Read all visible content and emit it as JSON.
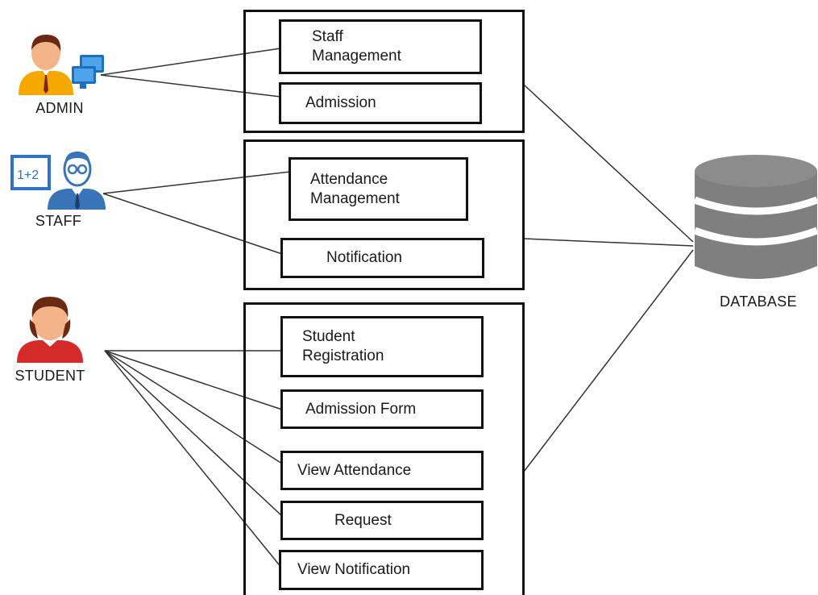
{
  "actors": [
    {
      "key": "admin",
      "label": "ADMIN",
      "icon": "admin-at-computer-icon"
    },
    {
      "key": "staff",
      "label": "STAFF",
      "icon": "teacher-at-board-icon"
    },
    {
      "key": "student",
      "label": "STUDENT",
      "icon": "student-icon"
    }
  ],
  "groups": [
    {
      "key": "admin-group",
      "items": [
        {
          "key": "staff-management",
          "label": "Staff\nManagement"
        },
        {
          "key": "admission",
          "label": "Admission"
        }
      ]
    },
    {
      "key": "staff-group",
      "items": [
        {
          "key": "attendance-management",
          "label": "Attendance\nManagement"
        },
        {
          "key": "notification",
          "label": "Notification"
        }
      ]
    },
    {
      "key": "student-group",
      "items": [
        {
          "key": "student-registration",
          "label": "Student\nRegistration"
        },
        {
          "key": "admission-form",
          "label": "Admission Form"
        },
        {
          "key": "view-attendance",
          "label": "View Attendance"
        },
        {
          "key": "request",
          "label": "Request"
        },
        {
          "key": "view-notification",
          "label": "View Notification"
        }
      ]
    }
  ],
  "database": {
    "label": "DATABASE",
    "icon": "database-icon",
    "color": "#7f7f7f"
  },
  "board_text": "1+2",
  "colors": {
    "admin_shirt": "#f5a800",
    "admin_tie": "#7a2a1a",
    "monitor": "#1e6fbf",
    "staff_suit": "#3a74b8",
    "board": "#2f73c8",
    "student_shirt": "#d42a2a",
    "hair": "#6a2a12",
    "skin": "#f4b48a"
  }
}
